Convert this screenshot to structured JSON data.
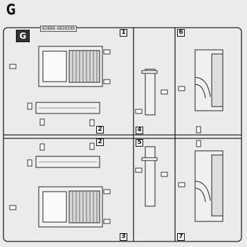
{
  "sprue": {
    "letter": "G",
    "tag": "G",
    "code": "82888-6830290"
  },
  "part_numbers": [
    "1",
    "2",
    "2",
    "3",
    "4",
    "5",
    "6",
    "7"
  ]
}
